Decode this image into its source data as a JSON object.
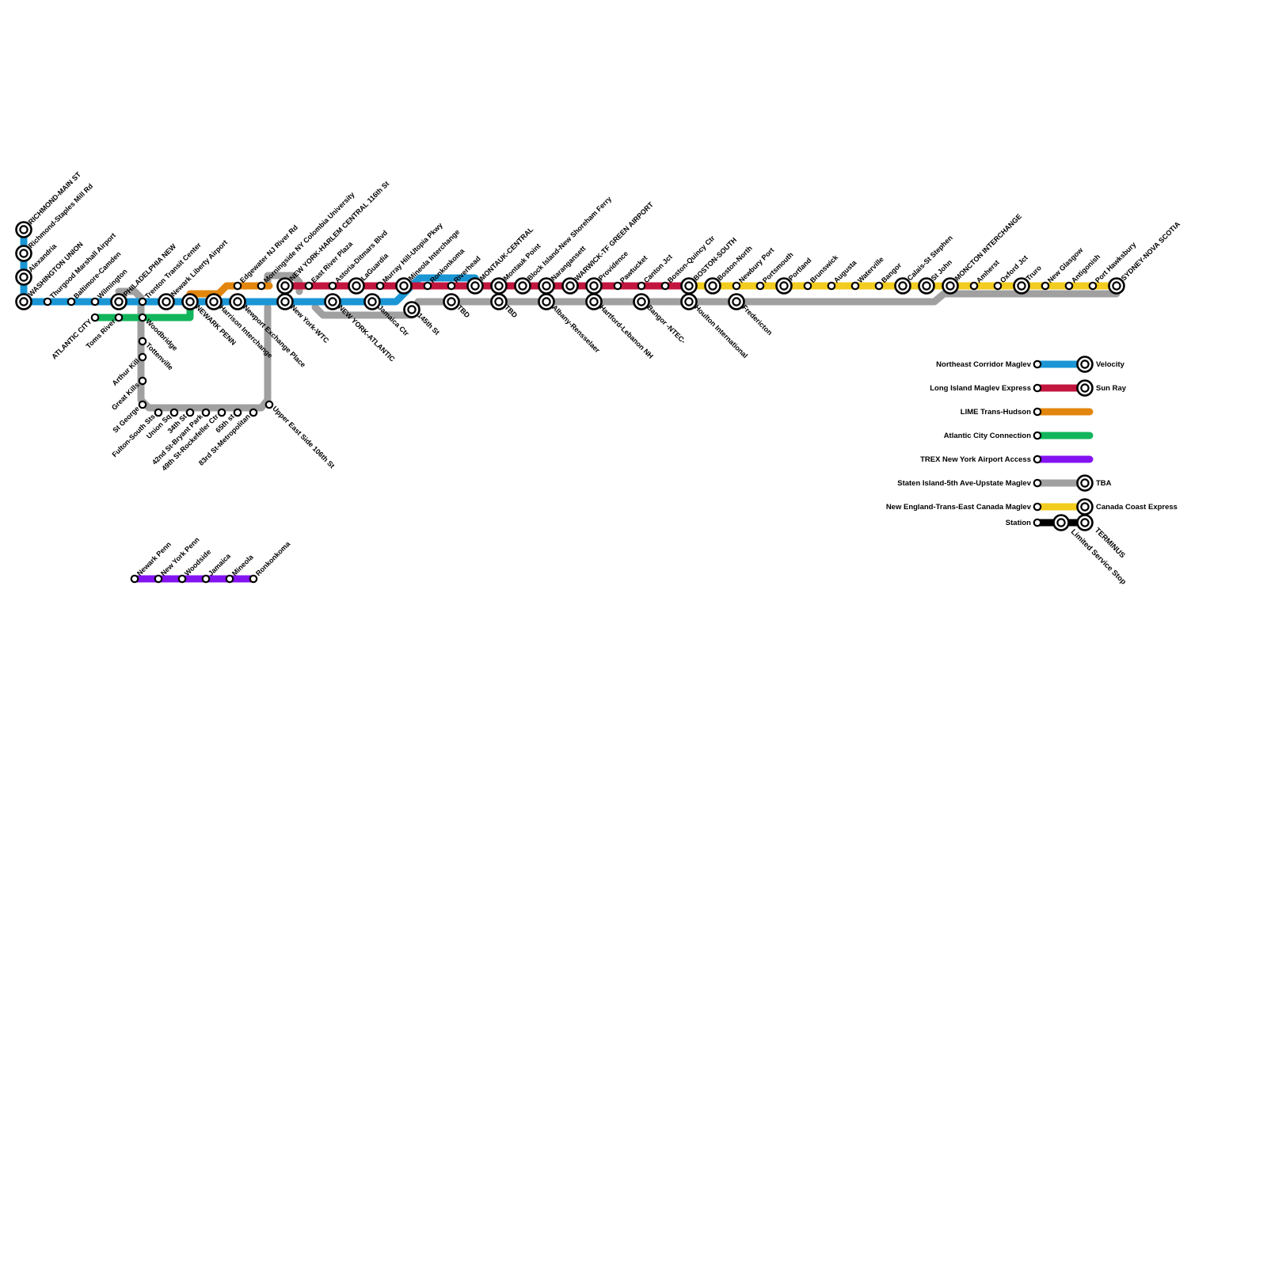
{
  "colors": {
    "northeast": "#1a96d5",
    "longisland": "#c2163f",
    "lime": "#e2860d",
    "atlantic": "#11b55b",
    "trex": "#8413f1",
    "staten": "#a0a0a0",
    "newengland": "#f2cc1e",
    "station": "#000000"
  },
  "stations": {
    "richmond_main": "RICHMOND-MAIN ST",
    "richmond_staples": "Richmond-Staples Mill Rd",
    "alexandria": "Alexandria",
    "washington": "WASHINGTON UNION",
    "thurgood": "Thurgood Marshall Airport",
    "baltimore_camden": "Baltimore-Camden",
    "wilmington": "Wilmington",
    "philadelphia": "PHILADELPHIA NEW",
    "trenton": "Trenton Transit Center",
    "newark_liberty": "Newark Liberty Airport",
    "edgewater": "Edgewater NJ River Rd",
    "morningside": "Morningside NY Colombia University",
    "ny_harlem": "NEW YORK-HARLEM CENTRAL 116th St",
    "east_river": "East River Plaza",
    "astoria": "Astoria-Ditmars Blvd",
    "laguardia": "LaGuardia",
    "murray_hill": "Murray Hill-Utopia Pkwy",
    "mineola_ic": "Mineola Interchange",
    "ronkonkoma": "Ronkonkoma",
    "riverhead": "Riverhead",
    "montauk_central": "MONTAUK-CENTRAL",
    "montauk_point": "Montauk Point",
    "block_island": "Block Island-New Shoreham Ferry",
    "narangansett": "Narangansett",
    "warwick": "WARWICK-TF GREEN AIRPORT",
    "providence": "Providence",
    "pawtucket": "Pawtucket",
    "canton": "Canton Jct",
    "boston_quincy": "Boston-Quincy Ctr",
    "boston_south": "BOSTON-SOUTH",
    "boston_north": "Boston-North",
    "newbury": "Newbury Port",
    "portsmouth": "Portsmouth",
    "portland": "Portland",
    "brunswick": "Brunswick",
    "augusta": "Augusta",
    "waterville": "Waterville",
    "bangor": "Bangor",
    "calais": "Calais-St Stephen",
    "st_john": "St John",
    "moncton": "MONCTON INTERCHANGE",
    "amherst": "Amherst",
    "oxford": "Oxford Jct",
    "truro": "Truro",
    "new_glasgow": "New Glasgow",
    "antigonish": "Antigonish",
    "port_hawksbury": "Port Hawksbury",
    "sydney": "SYDNEY-NOVA SCOTIA",
    "atlantic_city": "ATLANTIC CITY",
    "toms_river": "Toms River",
    "woodbridge": "Woodbridge",
    "tottenville": "Tottenville",
    "arthur_kill": "Arthur Kill",
    "great_kills": "Great Kills",
    "st_george": "St George",
    "fulton": "Fulton-South Sts",
    "union_sq": "Union Sq",
    "st34": "34th St",
    "st42": "42nd St-Bryant Park",
    "st49": "49th St-Rockefeller Ctr",
    "st65": "65th st",
    "st83": "83rd St-Metropolitan",
    "upper_east": "Upper East Side 106th St",
    "newark_penn": "NEWARK PENN",
    "harrison": "Harrison Interchange",
    "newport": "Newport Exchange Place",
    "ny_wtc": "New York-WTC",
    "ny_atlantic": "NEW YORK-ATLANTIC",
    "jamaica_ctr": "Jamaica Ctr",
    "st145": "145th St",
    "tbd1": "TBD",
    "tbd2": "TBD",
    "albany": "Albany-Rensselaer",
    "hartford": "Hartford-Lebanon NH",
    "bangor_ntec": "Bangor -NTEC-",
    "houlton": "Houlton International",
    "fredericton": "Fredericton",
    "trex_newark": "Newark Penn",
    "trex_nypenn": "New York Penn",
    "trex_woodside": "Woodside",
    "trex_jamaica": "Jamaica",
    "trex_mineola": "Mineola",
    "trex_ronkonkoma": "Ronkonkoma"
  },
  "legend": {
    "items": [
      {
        "label": "Northeast Corridor Maglev",
        "end_label": "Velocity"
      },
      {
        "label": "Long Island Maglev Express",
        "end_label": "Sun Ray"
      },
      {
        "label": "LIME Trans-Hudson",
        "end_label": ""
      },
      {
        "label": "Atlantic City Connection",
        "end_label": ""
      },
      {
        "label": "TREX New York Airport Access",
        "end_label": ""
      },
      {
        "label": "Staten Island-5th Ave-Upstate Maglev",
        "end_label": "TBA"
      },
      {
        "label": "New England-Trans-East Canada Maglev",
        "end_label": "Canada Coast Express"
      }
    ],
    "station_label": "Station",
    "limited_label": "Limited Service Stop",
    "terminus_label": "TERMINUS"
  }
}
